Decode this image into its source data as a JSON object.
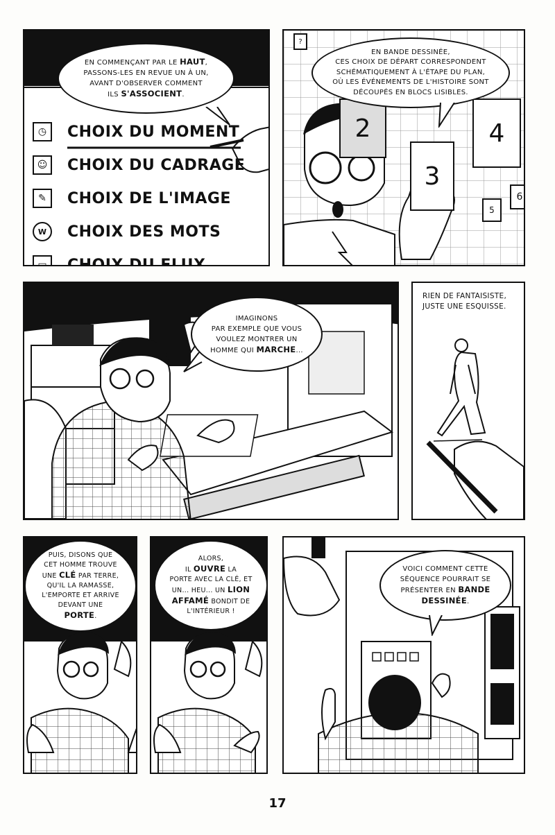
{
  "page": {
    "number": "17"
  },
  "panel1": {
    "bubble": {
      "lines": [
        "En commençant par le",
        "passons-les en revue un à un,",
        "avant d'observer comment",
        "ils"
      ],
      "bold_haut": "haut",
      "bold_associent": "s'associent",
      "suffix_comma": ","
    },
    "choices": [
      {
        "label": "CHOIX DU MOMENT",
        "icon": "clock-icon",
        "glyph": "◷"
      },
      {
        "label": "CHOIX DU CADRAGE",
        "icon": "frame-figure-icon",
        "glyph": "☺"
      },
      {
        "label": "CHOIX DE L'IMAGE",
        "icon": "pen-drawing-icon",
        "glyph": "✎"
      },
      {
        "label": "CHOIX DES MOTS",
        "icon": "speech-w-icon",
        "glyph": "W"
      },
      {
        "label": "CHOIX DU FLUX",
        "icon": "panels-icon",
        "glyph": "▭"
      }
    ]
  },
  "panel2": {
    "bubble": {
      "lines": [
        "En bande dessinée,",
        "ces choix de départ correspondent",
        "schématiquement à l'étape du plan,",
        "où les événements de l'histoire sont",
        "découpés en blocs lisibles."
      ]
    },
    "sheets": [
      "2",
      "3",
      "4",
      "5",
      "6",
      "?"
    ]
  },
  "panel3": {
    "bubble": {
      "lines": [
        "Imaginons",
        "par exemple que vous",
        "voulez montrer un",
        "homme qui"
      ],
      "bold": "marche",
      "ellipsis": "..."
    }
  },
  "panel4": {
    "caption_lines": [
      "Rien de fantaisiste,",
      "juste une esquisse."
    ]
  },
  "panel5": {
    "bubble": {
      "line1": "Puis, disons que",
      "line2": "cet homme trouve",
      "line3_pre": "une",
      "line3_bold": "clé",
      "line3_post": "par terre,",
      "line4": "qu'il la ramasse,",
      "line5": "l'emporte et arrive",
      "line6": "devant une",
      "line7_bold": "porte",
      "line7_post": "."
    }
  },
  "panel6": {
    "bubble": {
      "line1": "Alors,",
      "line2_pre": "il",
      "line2_bold": "ouvre",
      "line2_post": "la",
      "line3": "porte avec la clé, et",
      "line4_pre": "un... heu... un",
      "line4_bold": "lion",
      "line5_bold": "affamé",
      "line5_post": "bondit de",
      "line6": "l'intérieur !"
    }
  },
  "panel7": {
    "bubble": {
      "line1": "Voici comment cette",
      "line2": "séquence pourrait se",
      "line3_pre": "présenter en",
      "line3_bold": "bande",
      "line4_bold": "dessinée",
      "line4_post": "."
    }
  }
}
